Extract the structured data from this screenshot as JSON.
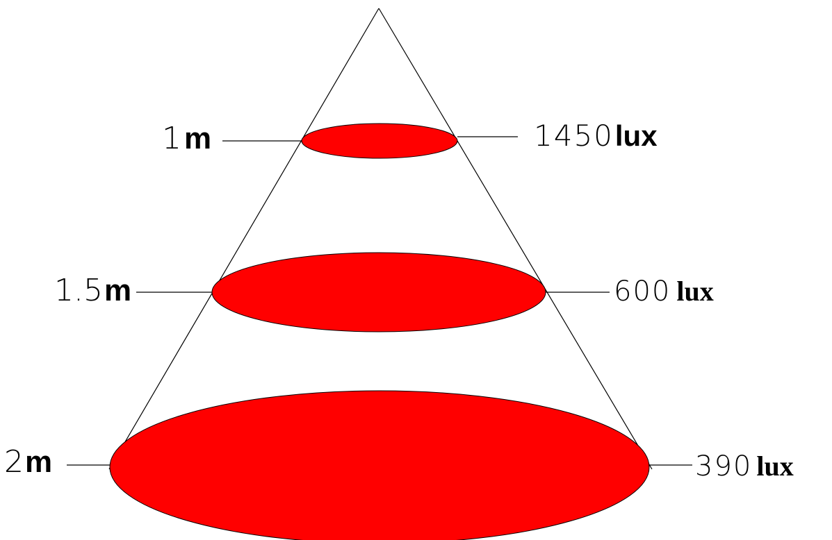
{
  "colors": {
    "fill": "#ff0000",
    "line": "#000000",
    "background": "#ffffff"
  },
  "levels": [
    {
      "distance_value": "1",
      "distance_unit": "m",
      "illuminance_value": "1450",
      "illuminance_unit": "lux"
    },
    {
      "distance_value": "1.5",
      "distance_unit": "m",
      "illuminance_value": "600",
      "illuminance_unit": "lux"
    },
    {
      "distance_value": "2",
      "distance_unit": "m",
      "illuminance_value": "390",
      "illuminance_unit": "lux"
    }
  ]
}
